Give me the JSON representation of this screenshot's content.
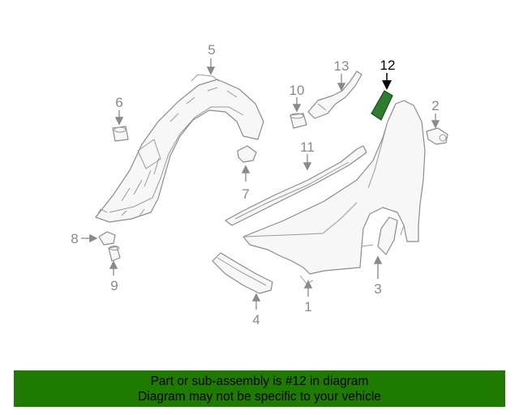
{
  "callouts": {
    "c1": "1",
    "c2": "2",
    "c3": "3",
    "c4": "4",
    "c5": "5",
    "c6": "6",
    "c7": "7",
    "c8": "8",
    "c9": "9",
    "c10": "10",
    "c11": "11",
    "c12": "12",
    "c13": "13"
  },
  "highlight": {
    "part_number": "12",
    "color": "#2e7d2e"
  },
  "banner": {
    "line1": "Part or sub-assembly is #12 in diagram",
    "line2": "Diagram may not be specific to your vehicle",
    "background": "#1f7a00"
  }
}
